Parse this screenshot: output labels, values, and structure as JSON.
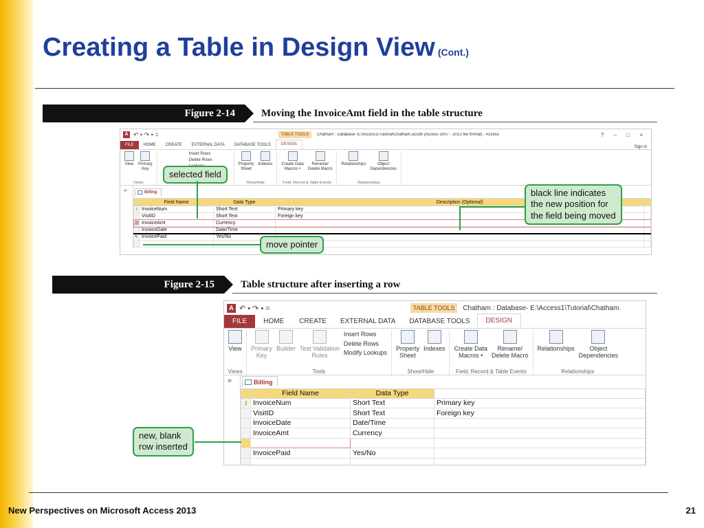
{
  "slide": {
    "title": "Creating a Table in Design View",
    "title_suffix": "(Cont.)",
    "footer_left": "New Perspectives on Microsoft Access 2013",
    "page_number": "21"
  },
  "colors": {
    "title": "#1f3f9b",
    "callout_bg": "#cfe9cf",
    "callout_border": "#2e9e48",
    "access_red": "#a4373a",
    "header_yellow": "#f5d87a"
  },
  "fig1": {
    "label": "Figure 2-14",
    "caption": "Moving the InvoiceAmt field in the table structure",
    "access": {
      "quick_access": "↶ • ↷ • =",
      "table_tools": "TABLE TOOLS",
      "window_title": "Chatham : Database- E:\\Access1\\Tutorial\\Chatham.accdb (Access 2007 - 2013 file format) - Access",
      "window_controls": "? – □ ×",
      "tabs": [
        "FILE",
        "HOME",
        "CREATE",
        "EXTERNAL DATA",
        "DATABASE TOOLS",
        "DESIGN"
      ],
      "sign_in": "Sign in",
      "ribbon": {
        "view": "View",
        "primary_key": "Primary\nKey",
        "insert_rows": "Insert Rows",
        "delete_rows": "Delete Rows",
        "lookups": "Lookups",
        "property_sheet": "Property\nSheet",
        "indexes": "Indexes",
        "create_data_macros": "Create Data\nMacros •",
        "rename_delete_macro": "Rename/\nDelete Macro",
        "relationships": "Relationships",
        "object_dependencies": "Object\nDependencies",
        "group_views": "Views",
        "group_showhide": "Show/Hide",
        "group_field_events": "Field, Record & Table Events",
        "group_relationships": "Relationships"
      },
      "object_tab": "Billing",
      "headers": [
        "Field Name",
        "Data Type",
        "Description (Optional)"
      ],
      "rows": [
        {
          "name": "InvoiceNum",
          "type": "Short Text",
          "desc": "Primary key"
        },
        {
          "name": "VisitID",
          "type": "Short Text",
          "desc": "Foreign key"
        },
        {
          "name": "InvoiceAmt",
          "type": "Currency",
          "desc": ""
        },
        {
          "name": "InvoiceDate",
          "type": "Date/Time",
          "desc": ""
        },
        {
          "name": "InvoicePaid",
          "type": "Yes/No",
          "desc": ""
        }
      ]
    },
    "callouts": {
      "selected_field": "selected field",
      "black_line": "black line indicates\nthe new position for\nthe field being moved",
      "move_pointer": "move pointer"
    }
  },
  "fig2": {
    "label": "Figure 2-15",
    "caption": "Table structure after inserting a row",
    "access": {
      "quick_access": "↶ • ↷ • =",
      "table_tools": "TABLE TOOLS",
      "window_title": "Chatham : Database- E:\\Access1\\Tutorial\\Chatham.",
      "tabs": [
        "FILE",
        "HOME",
        "CREATE",
        "EXTERNAL DATA",
        "DATABASE TOOLS",
        "DESIGN"
      ],
      "ribbon": {
        "view": "View",
        "primary_key": "Primary\nKey",
        "builder": "Builder",
        "test_validation": "Test Validation\nRules",
        "insert_rows": "Insert Rows",
        "delete_rows": "Delete Rows",
        "modify_lookups": "Modify Lookups",
        "property_sheet": "Property\nSheet",
        "indexes": "Indexes",
        "create_data_macros": "Create Data\nMacros •",
        "rename_delete_macro": "Rename/\nDelete Macro",
        "relationships": "Relationships",
        "object_dependencies": "Object\nDependencies",
        "group_views": "Views",
        "group_tools": "Tools",
        "group_showhide": "Show/Hide",
        "group_field_events": "Field, Record & Table Events",
        "group_relationships": "Relationships"
      },
      "object_tab": "Billing",
      "headers": [
        "Field Name",
        "Data Type"
      ],
      "rows": [
        {
          "name": "InvoiceNum",
          "type": "Short Text",
          "desc": "Primary key"
        },
        {
          "name": "VisitID",
          "type": "Short Text",
          "desc": "Foreign key"
        },
        {
          "name": "InvoiceDate",
          "type": "Date/Time",
          "desc": ""
        },
        {
          "name": "InvoiceAmt",
          "type": "Currency",
          "desc": ""
        },
        {
          "name": "",
          "type": "",
          "desc": ""
        },
        {
          "name": "InvoicePaid",
          "type": "Yes/No",
          "desc": ""
        }
      ]
    },
    "callouts": {
      "new_row": "new, blank\nrow inserted"
    }
  }
}
